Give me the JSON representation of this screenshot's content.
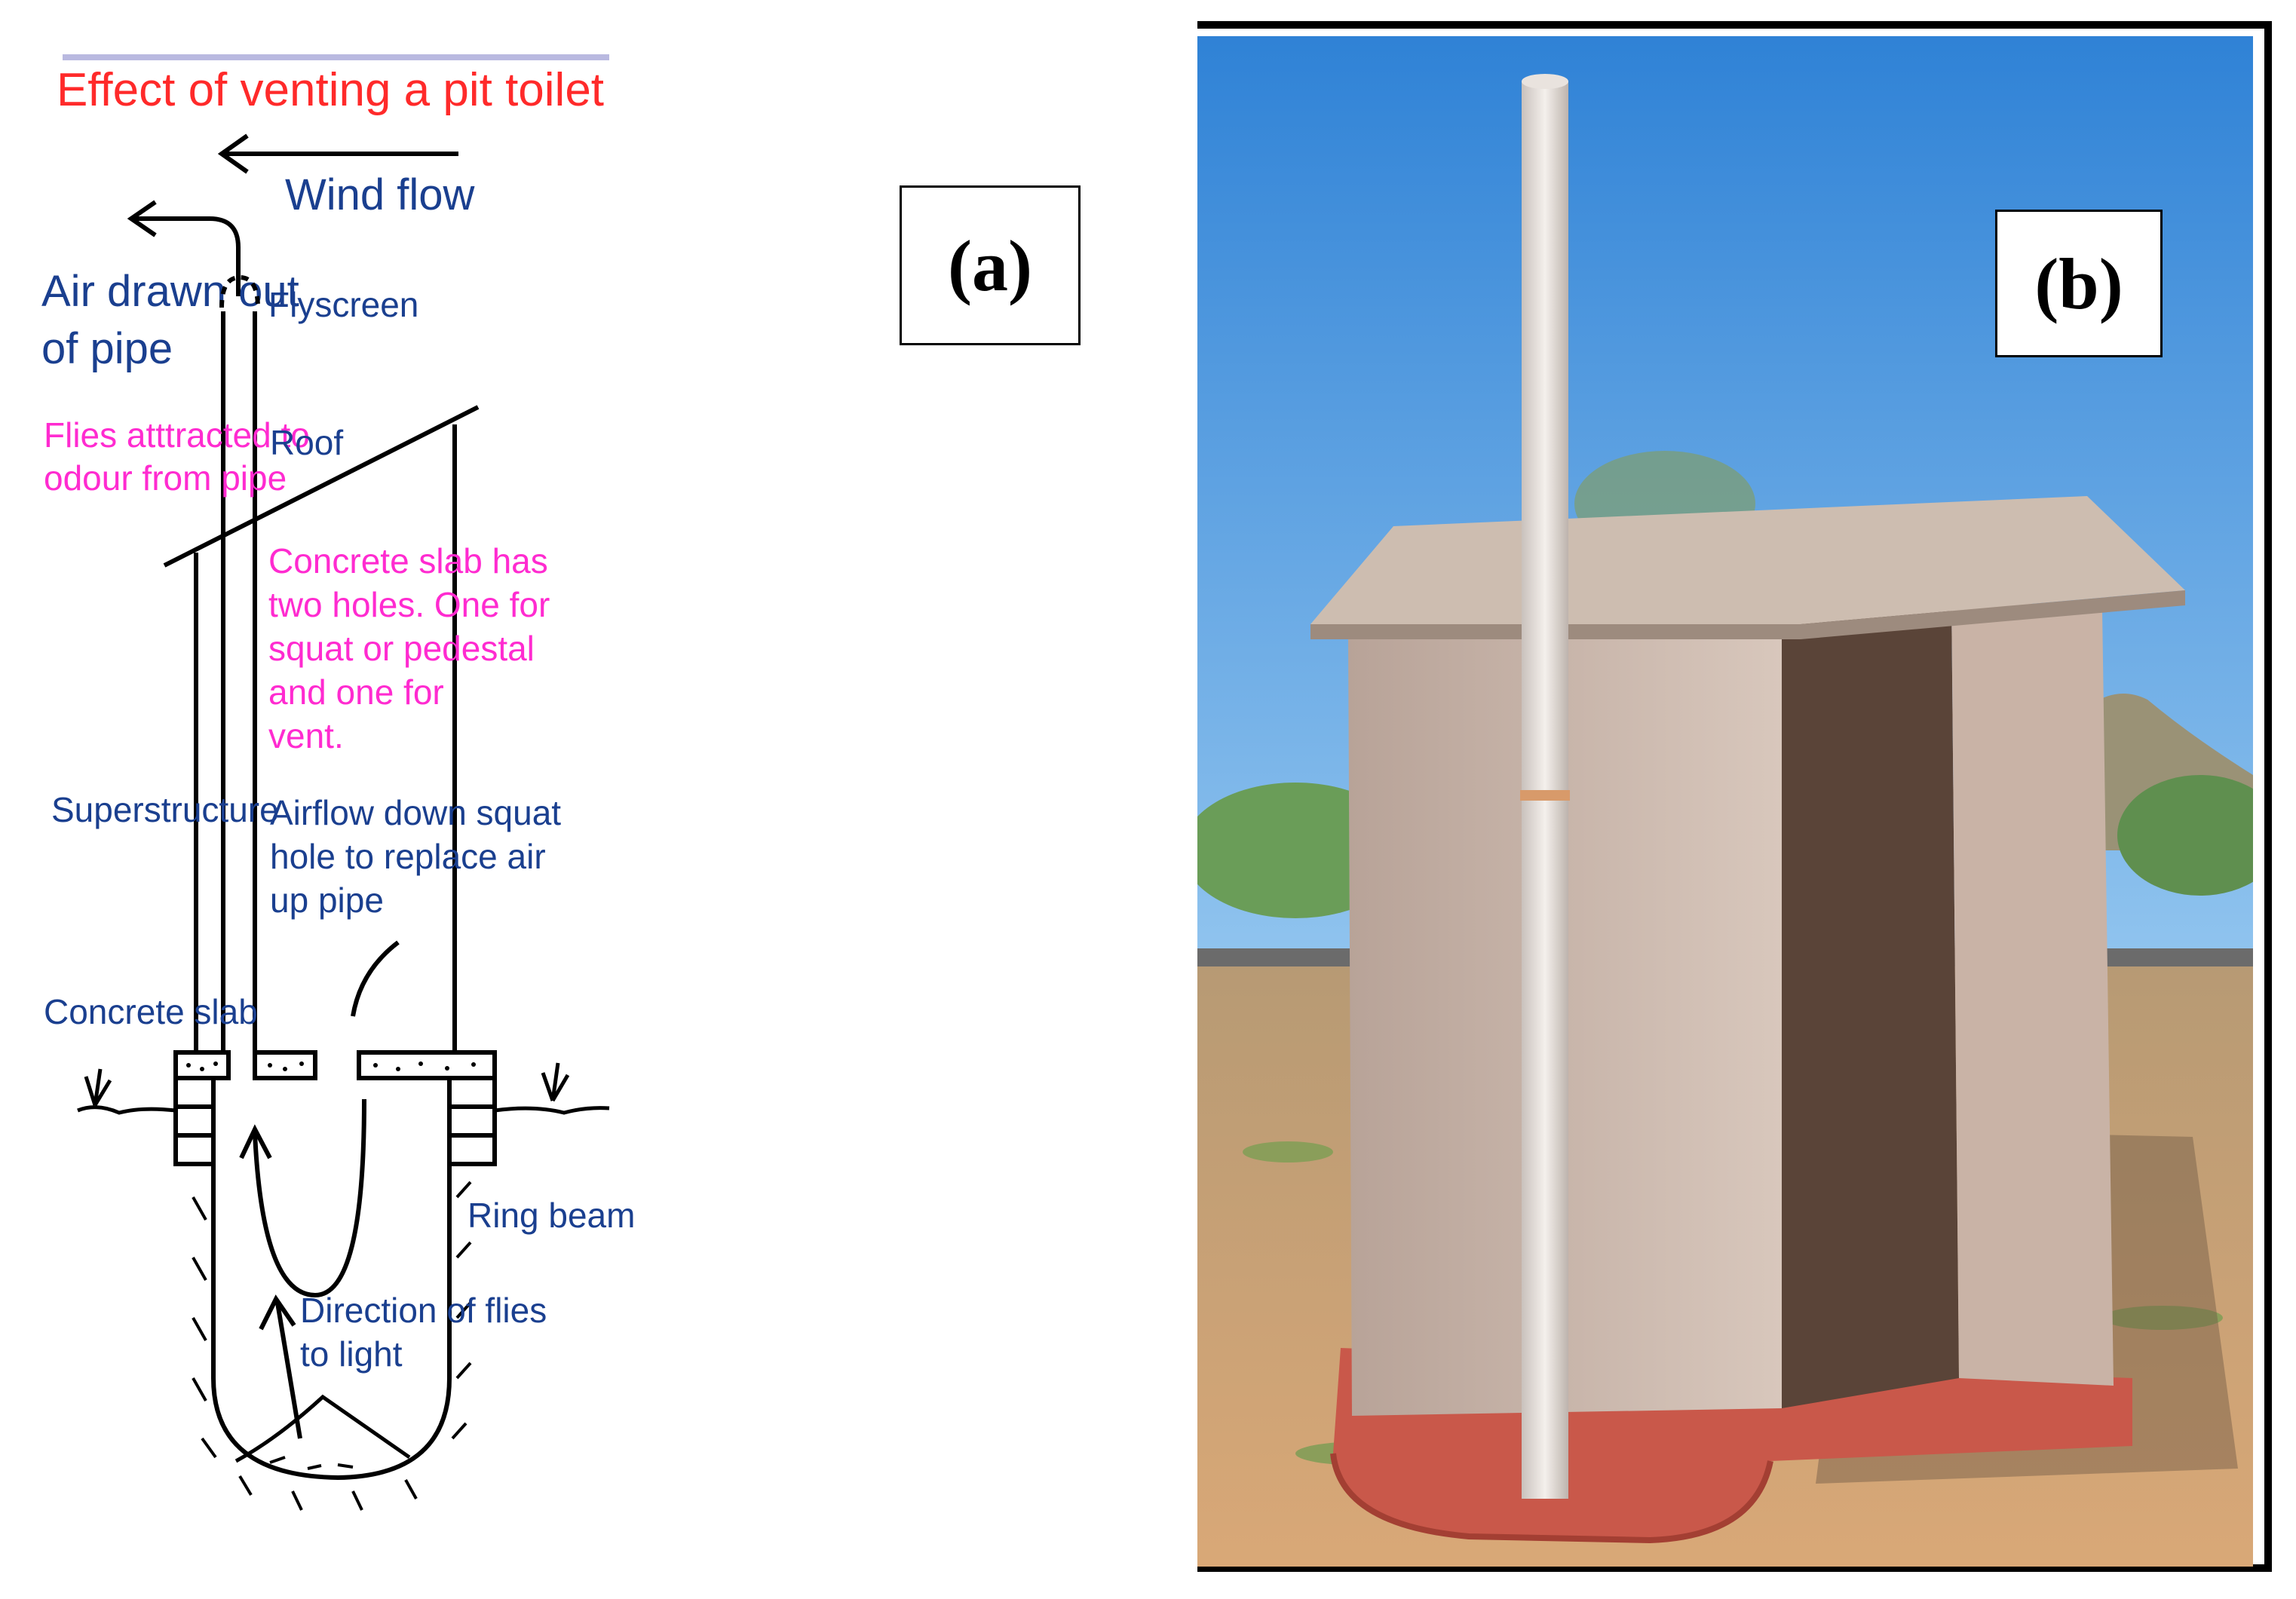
{
  "panel_a": {
    "title": "Effect of venting a pit toilet",
    "wind_flow": "Wind flow",
    "air_drawn_out_line1": "Air drawn out",
    "air_drawn_out_line2": "of pipe",
    "flyscreen": "Flyscreen",
    "flies_attracted_line1": "Flies atttracted to",
    "flies_attracted_line2": "odour from pipe",
    "roof": "Roof",
    "slab_note": [
      "Concrete slab has",
      "two holes. One for",
      "squat or pedestal",
      "and one for",
      "vent."
    ],
    "superstructure": "Superstructure",
    "airflow_note": [
      "Airflow down squat",
      "hole to replace air",
      "up pipe"
    ],
    "concrete_slab": "Concrete  slab",
    "ring_beam": "Ring beam",
    "flies_direction_line1": "Direction of flies",
    "flies_direction_line2": "to light",
    "panel_label": "(a)"
  },
  "panel_b": {
    "panel_label": "(b)"
  },
  "colors": {
    "title_red": "#ff2a2a",
    "label_blue": "#1a3f8f",
    "note_magenta": "#ff2bd0",
    "sky": "#3f8fdc",
    "ground": "#c99a66",
    "concrete": "#c9b4a6",
    "base_red": "#c9584a"
  }
}
